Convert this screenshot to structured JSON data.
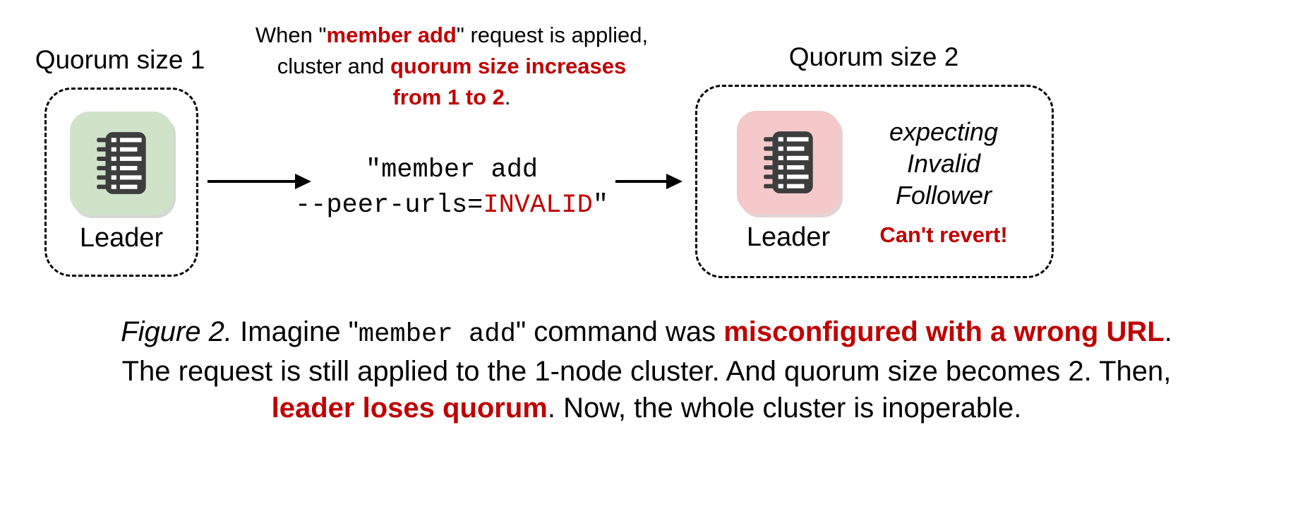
{
  "colors": {
    "highlight_red": "#c00000",
    "leader_healthy_bg": "#cfe3c9",
    "leader_error_bg": "#f5c9c9",
    "icon_dark": "#3d3d3d"
  },
  "left_cluster": {
    "title": "Quorum size 1",
    "node_label": "Leader"
  },
  "annotation": {
    "l1s1": "When \"",
    "l1s2": "member add",
    "l1s3": "\" request is applied,",
    "l2s1": "cluster and ",
    "l2s2": "quorum size increases",
    "l3s1": "from 1 to 2",
    "l3s2": "."
  },
  "command": {
    "line1": "\"member add",
    "line2_s1": "--peer-urls=",
    "line2_s2": "INVALID",
    "line2_s3": "\""
  },
  "right_cluster": {
    "title": "Quorum size 2",
    "node_label": "Leader",
    "expecting_l1": "expecting",
    "expecting_l2": "Invalid",
    "expecting_l3": "Follower",
    "cant_revert": "Can't revert!"
  },
  "caption": {
    "l1s1": "Figure 2.",
    "l1s2": " Imagine \"",
    "l1s3": "member add",
    "l1s4": "\" command was ",
    "l1s5": "misconfigured with a wrong URL",
    "l1s6": ".",
    "l2s1": "The request is still applied to the 1-node cluster. And quorum size becomes 2. Then,",
    "l3s1": "leader loses quorum",
    "l3s2": ". Now, the whole cluster is inoperable."
  }
}
